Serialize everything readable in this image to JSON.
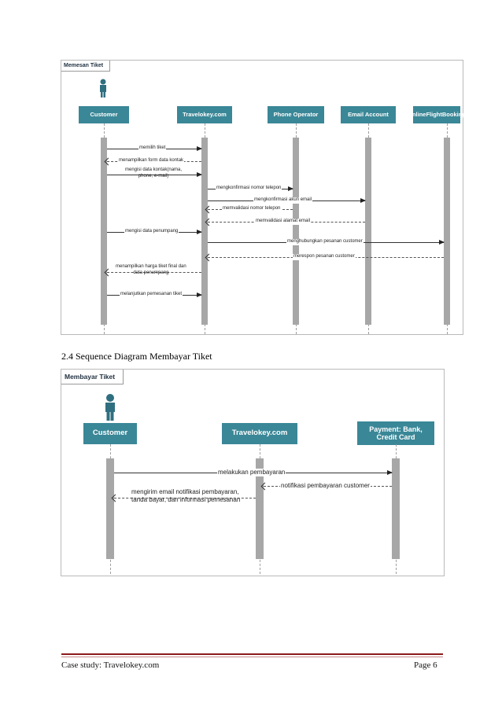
{
  "diagram1": {
    "frame_title": "Memesan Tiket",
    "participants": [
      "Customer",
      "Travelokey.com",
      "Phone Operator",
      "Email Account",
      "OnlineFlightBooking"
    ],
    "messages": [
      "memilih tiket",
      "menampilkan form data kontak",
      "mengisi data kontak(nama,\nphone, e-mail)",
      "mengkonfirmasi nomor telepon",
      "mengkonfirmasi akun email",
      "memvalidasi nomor telepon",
      "memvalidasi alamat email",
      "mengisi data penumpang",
      "menghubungkan pesanan customer",
      "merespon pesanan customer",
      "menampilkan harga tiket final dan\ndata penumpang",
      "melanjutkan pemesanan tiket"
    ]
  },
  "caption": "2.4 Sequence Diagram Membayar Tiket",
  "diagram2": {
    "frame_title": "Membayar Tiket",
    "participants": [
      "Customer",
      "Travelokey.com",
      "Payment: Bank,\nCredit Card"
    ],
    "messages": [
      "melakukan pembayaran",
      "notifikasi pembayaran customer",
      "mengirim email notifikasi pembayaran,\ntanda bayar, dan informasi pemesanan"
    ]
  },
  "footer": {
    "left": "Case study: Travelokey.com",
    "right": "Page 6"
  },
  "colors": {
    "header": "#3a8797",
    "activation": "#a7a7a7",
    "footer_rule": "#8b1b1b"
  }
}
